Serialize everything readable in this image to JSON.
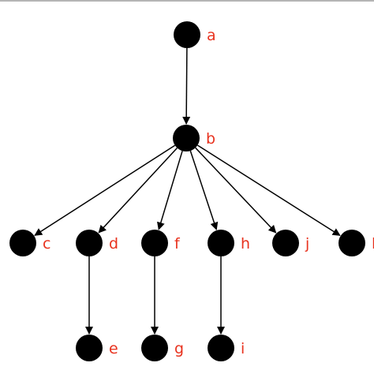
{
  "colors": {
    "node": "#000000",
    "edge": "#000000",
    "label": "#e8321e",
    "top_rule": "#b5b5b5"
  },
  "nodes": [
    {
      "id": "a",
      "label": "a"
    },
    {
      "id": "b",
      "label": "b"
    },
    {
      "id": "c",
      "label": "c"
    },
    {
      "id": "d",
      "label": "d"
    },
    {
      "id": "f",
      "label": "f"
    },
    {
      "id": "h",
      "label": "h"
    },
    {
      "id": "j",
      "label": "j"
    },
    {
      "id": "l",
      "label": "l"
    },
    {
      "id": "e",
      "label": "e"
    },
    {
      "id": "g",
      "label": "g"
    },
    {
      "id": "i",
      "label": "i"
    }
  ],
  "edges": [
    {
      "from": "a",
      "to": "b"
    },
    {
      "from": "b",
      "to": "c"
    },
    {
      "from": "b",
      "to": "d"
    },
    {
      "from": "b",
      "to": "f"
    },
    {
      "from": "b",
      "to": "h"
    },
    {
      "from": "b",
      "to": "j"
    },
    {
      "from": "b",
      "to": "l"
    },
    {
      "from": "d",
      "to": "e"
    },
    {
      "from": "f",
      "to": "g"
    },
    {
      "from": "h",
      "to": "i"
    }
  ]
}
